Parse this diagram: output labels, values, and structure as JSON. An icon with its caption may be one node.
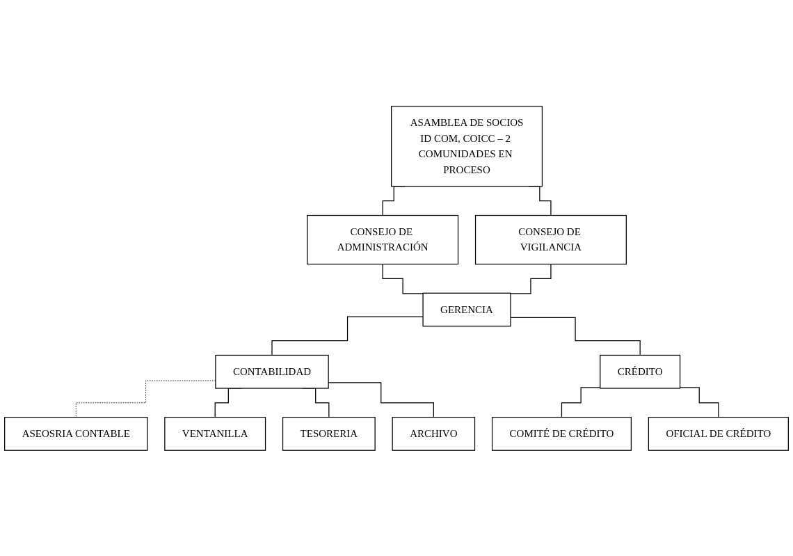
{
  "diagram": {
    "nodes": [
      {
        "text": [
          "ASAMBLEA DE SOCIOS",
          "ID COM, COICC – 2 COMUNIDADES EN PROCESO"
        ]
      },
      {
        "text": [
          "CONSEJO DE ADMINISTRACIÓN"
        ]
      },
      {
        "text": [
          "CONSEJO DE VIGILANCIA"
        ]
      },
      {
        "text": [
          "GERENCIA"
        ]
      },
      {
        "text": [
          "ASEOSRIA CONTABLE"
        ]
      },
      {
        "text": [
          "CONTABILIDAD"
        ]
      },
      {
        "text": [
          "CRÉDITO"
        ]
      },
      {
        "text": [
          "VENTANILLA"
        ]
      },
      {
        "text": [
          "TESORERIA"
        ]
      },
      {
        "text": [
          "ARCHIVO"
        ]
      },
      {
        "text": [
          "COMITÉ DE CRÉDITO"
        ]
      },
      {
        "text": [
          "OFICIAL DE CRÉDITO"
        ]
      }
    ],
    "edges": [
      {
        "from": 0,
        "to": 1,
        "arrow": "none"
      },
      {
        "from": 0,
        "to": 2,
        "arrow": "none"
      },
      {
        "from": 1,
        "to": 3,
        "arrow": "none"
      },
      {
        "from": 2,
        "to": 3,
        "arrow": "none"
      },
      {
        "from": 3,
        "to": 5,
        "arrow": "none"
      },
      {
        "from": 3,
        "to": 6,
        "arrow": "none"
      },
      {
        "from": 5,
        "to": 4,
        "arrow": "none",
        "style": "dashed"
      },
      {
        "from": 5,
        "to": 7,
        "arrow": "none"
      },
      {
        "from": 5,
        "to": 8,
        "arrow": "none"
      },
      {
        "from": 5,
        "to": 9,
        "arrow": "none"
      },
      {
        "from": 6,
        "to": 10,
        "arrow": "none"
      },
      {
        "from": 6,
        "to": 11,
        "arrow": "none"
      }
    ]
  }
}
